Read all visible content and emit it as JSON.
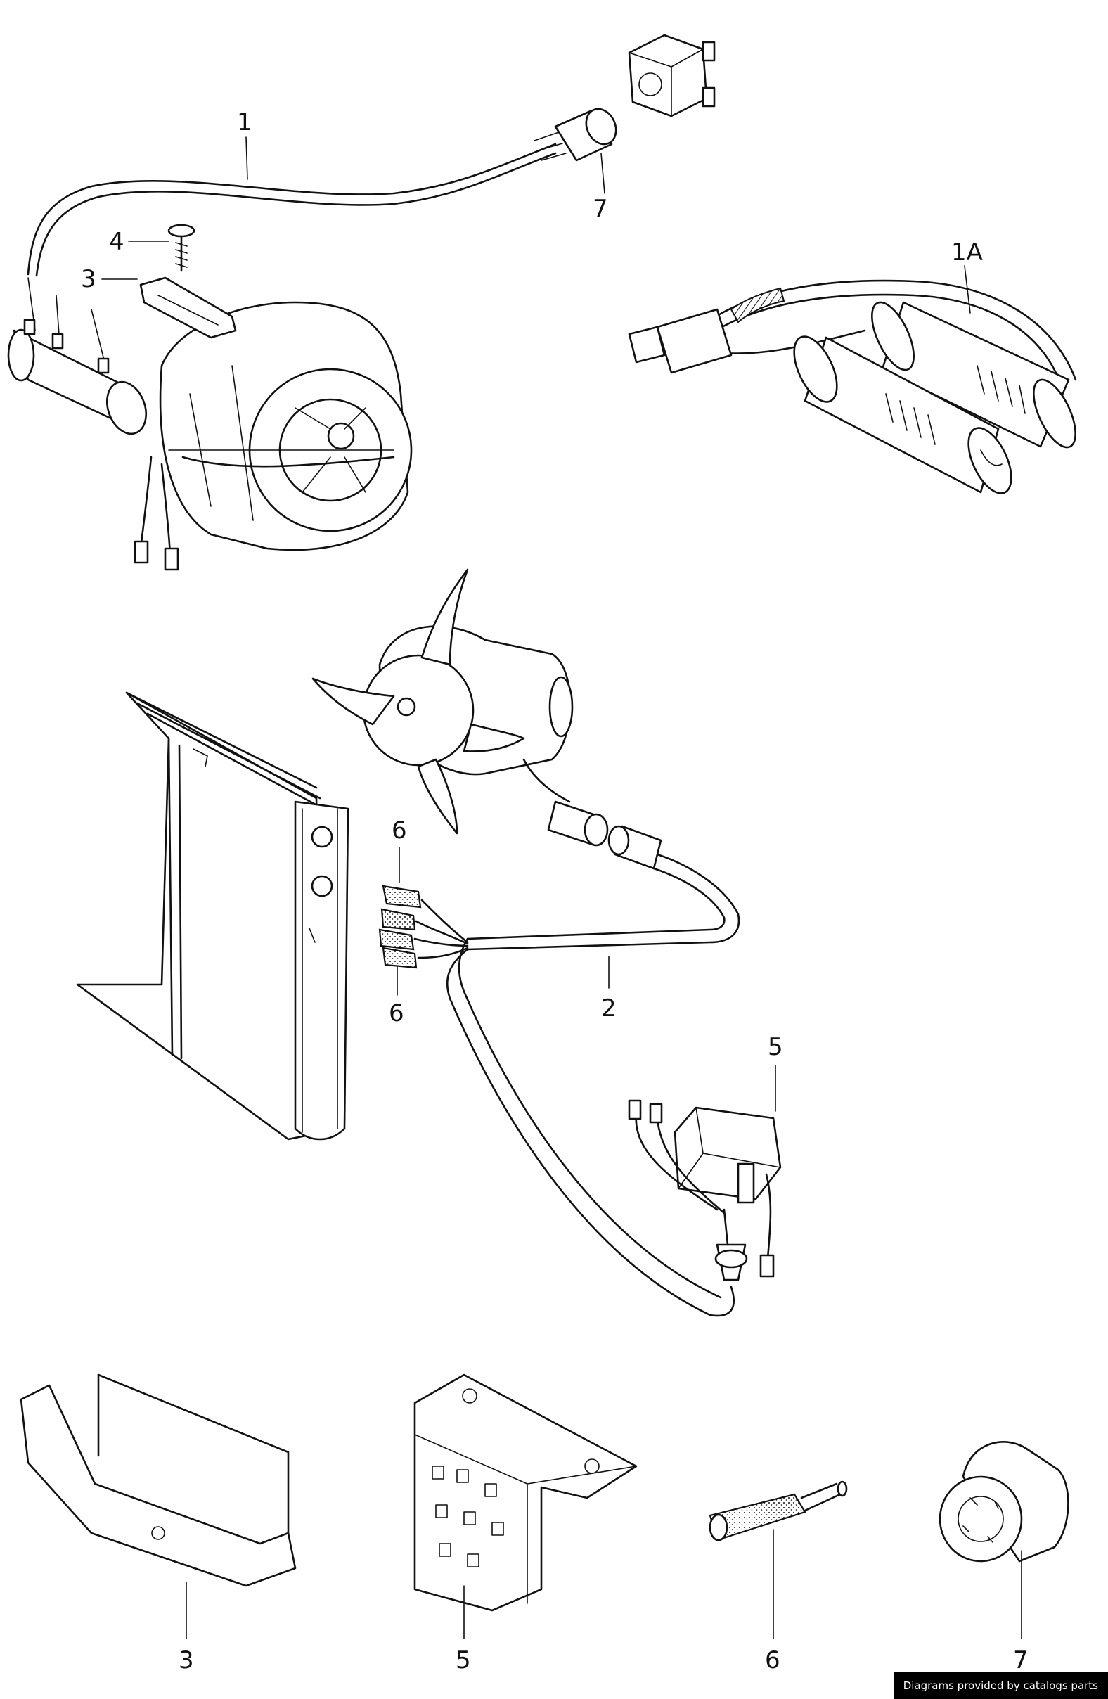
{
  "callouts": {
    "c1": "1",
    "c1a": "1A",
    "c2": "2",
    "c3_top": "3",
    "c3_bottom": "3",
    "c4": "4",
    "c5_mid": "5",
    "c5_bottom": "5",
    "c6_upper": "6",
    "c6_lower": "6",
    "c6_bottom": "6",
    "c7_top": "7",
    "c7_bottom": "7"
  },
  "footer": {
    "credit": "Diagrams provided by catalogs parts"
  }
}
